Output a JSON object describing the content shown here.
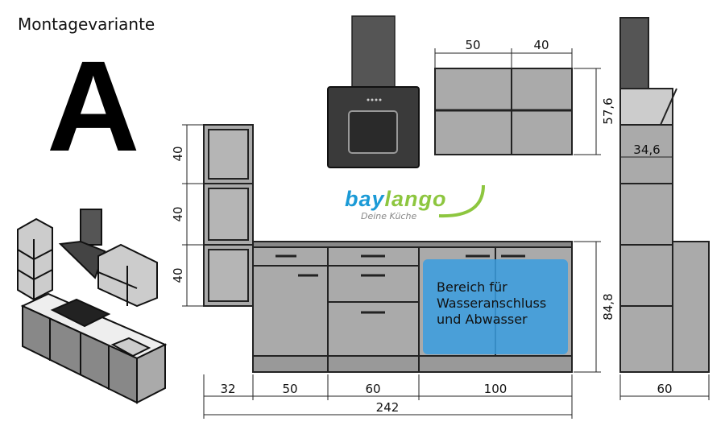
{
  "header": {
    "title": "Montagevariante",
    "variant": "A"
  },
  "logo": {
    "part1": "bay",
    "part2": "lango",
    "tagline": "Deine Küche",
    "color_blue": "#1a9ad6",
    "color_green": "#8dc63f"
  },
  "dimensions": {
    "shelf_heights": [
      "40",
      "40",
      "40"
    ],
    "base_widths": [
      "32",
      "50",
      "60",
      "100"
    ],
    "total_width": "242",
    "base_height": "84,8",
    "wall_widths": [
      "50",
      "40"
    ],
    "wall_height": "57,6",
    "wall_depth": "34,6",
    "base_depth": "60"
  },
  "water_area": {
    "lines": [
      "Bereich für",
      "Wasseranschluss",
      "und Abwasser"
    ],
    "color": "#3a9ee0"
  },
  "colors": {
    "cabinet": "#a9a9a9",
    "line": "#222222",
    "hood": "#3a3a3a"
  }
}
